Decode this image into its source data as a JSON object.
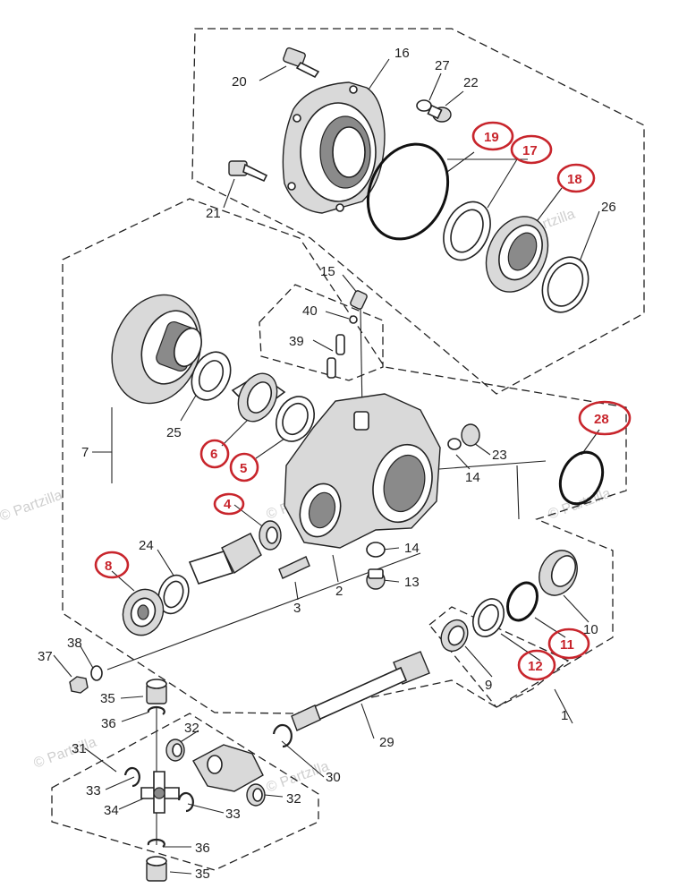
{
  "watermark": "© Partzilla",
  "callouts": [
    {
      "id": "p16",
      "label": "16",
      "highlighted": false
    },
    {
      "id": "p20",
      "label": "20",
      "highlighted": false
    },
    {
      "id": "p27",
      "label": "27",
      "highlighted": false
    },
    {
      "id": "p22",
      "label": "22",
      "highlighted": false
    },
    {
      "id": "p19",
      "label": "19",
      "highlighted": true
    },
    {
      "id": "p17",
      "label": "17",
      "highlighted": true
    },
    {
      "id": "p18",
      "label": "18",
      "highlighted": true
    },
    {
      "id": "p21",
      "label": "21",
      "highlighted": false
    },
    {
      "id": "p26",
      "label": "26",
      "highlighted": false
    },
    {
      "id": "p15",
      "label": "15",
      "highlighted": false
    },
    {
      "id": "p40",
      "label": "40",
      "highlighted": false
    },
    {
      "id": "p39",
      "label": "39",
      "highlighted": false
    },
    {
      "id": "p25",
      "label": "25",
      "highlighted": false
    },
    {
      "id": "p7",
      "label": "7",
      "highlighted": false
    },
    {
      "id": "p6",
      "label": "6",
      "highlighted": true
    },
    {
      "id": "p5",
      "label": "5",
      "highlighted": true
    },
    {
      "id": "p28",
      "label": "28",
      "highlighted": true
    },
    {
      "id": "p23",
      "label": "23",
      "highlighted": false
    },
    {
      "id": "p14a",
      "label": "14",
      "highlighted": false
    },
    {
      "id": "p4",
      "label": "4",
      "highlighted": true
    },
    {
      "id": "p14b",
      "label": "14",
      "highlighted": false
    },
    {
      "id": "p24",
      "label": "24",
      "highlighted": false
    },
    {
      "id": "p8",
      "label": "8",
      "highlighted": true
    },
    {
      "id": "p13",
      "label": "13",
      "highlighted": false
    },
    {
      "id": "p3",
      "label": "3",
      "highlighted": false
    },
    {
      "id": "p2",
      "label": "2",
      "highlighted": false
    },
    {
      "id": "p10",
      "label": "10",
      "highlighted": false
    },
    {
      "id": "p11",
      "label": "11",
      "highlighted": true
    },
    {
      "id": "p12",
      "label": "12",
      "highlighted": true
    },
    {
      "id": "p38",
      "label": "38",
      "highlighted": false
    },
    {
      "id": "p37",
      "label": "37",
      "highlighted": false
    },
    {
      "id": "p9",
      "label": "9",
      "highlighted": false
    },
    {
      "id": "p1",
      "label": "1",
      "highlighted": false
    },
    {
      "id": "p35a",
      "label": "35",
      "highlighted": false
    },
    {
      "id": "p36a",
      "label": "36",
      "highlighted": false
    },
    {
      "id": "p29",
      "label": "29",
      "highlighted": false
    },
    {
      "id": "p31",
      "label": "31",
      "highlighted": false
    },
    {
      "id": "p32a",
      "label": "32",
      "highlighted": false
    },
    {
      "id": "p30",
      "label": "30",
      "highlighted": false
    },
    {
      "id": "p33a",
      "label": "33",
      "highlighted": false
    },
    {
      "id": "p32b",
      "label": "32",
      "highlighted": false
    },
    {
      "id": "p34",
      "label": "34",
      "highlighted": false
    },
    {
      "id": "p33b",
      "label": "33",
      "highlighted": false
    },
    {
      "id": "p36b",
      "label": "36",
      "highlighted": false
    },
    {
      "id": "p35b",
      "label": "35",
      "highlighted": false
    }
  ],
  "colors": {
    "highlight": "#c8252c",
    "line": "#222222",
    "watermark": "#cfcfcf"
  }
}
